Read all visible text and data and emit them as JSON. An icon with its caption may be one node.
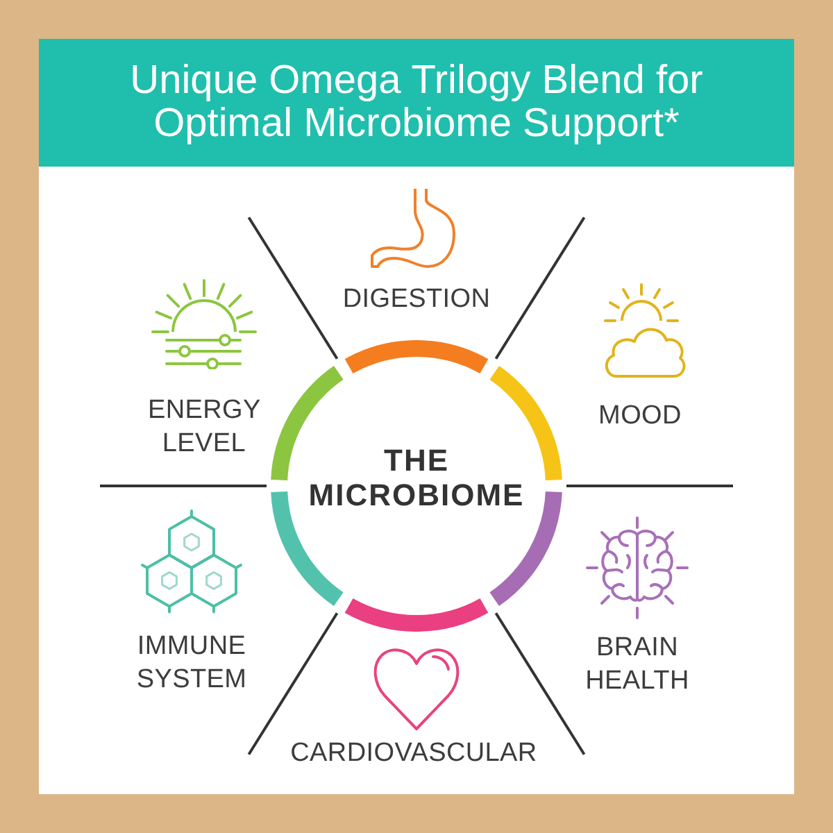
{
  "diagram": {
    "title": "Unique Omega Trilogy Blend for Optimal Microbiome Support*",
    "nodes": [
      {
        "text": [
          "THE MICROBIOME"
        ]
      }
    ],
    "labels": [
      "DIGESTION",
      "ENERGY LEVEL",
      "MOOD",
      "IMMUNE SYSTEM",
      "BRAIN HEALTH",
      "CARDIOVASCULAR"
    ]
  }
}
